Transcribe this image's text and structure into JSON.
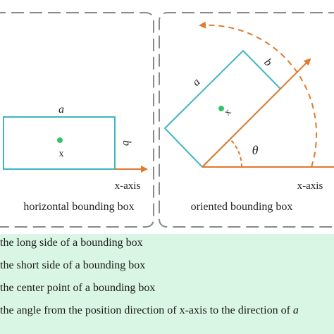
{
  "horizontal": {
    "label_a": "a",
    "label_b": "b",
    "center_label": "x",
    "axis_label": "x-axis",
    "caption": "horizontal bounding box"
  },
  "oriented": {
    "label_a": "a",
    "label_b": "b",
    "center_label": "x",
    "angle_label": "θ",
    "axis_label": "x-axis",
    "caption": "oriented bounding box"
  },
  "legend": {
    "items": [
      {
        "text": "the long side of a bounding box"
      },
      {
        "text": "the short side of a bounding box"
      },
      {
        "text": "the  center point of a bounding box"
      },
      {
        "text": "the angle from the position direction of x-axis to the direction of ",
        "math": "a"
      }
    ]
  },
  "colors": {
    "box": "#3fb6c0",
    "axis": "#e07a2c",
    "center": "#35c46a",
    "panel_border": "#8a8a8a",
    "legend_bg": "#d9f5e3"
  }
}
